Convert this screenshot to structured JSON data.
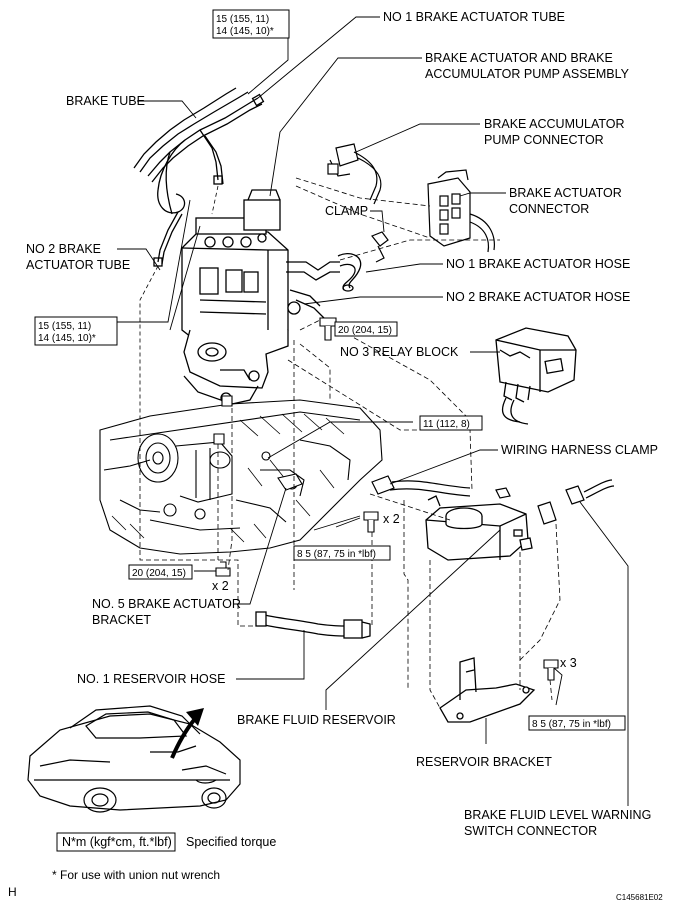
{
  "labels": {
    "no1_tube": "NO  1 BRAKE ACTUATOR TUBE",
    "assembly_1": "BRAKE ACTUATOR AND BRAKE",
    "assembly_2": "ACCUMULATOR PUMP ASSEMBLY",
    "brake_tube": "BRAKE TUBE",
    "acc_conn_1": "BRAKE ACCUMULATOR",
    "acc_conn_2": "PUMP CONNECTOR",
    "act_conn_1": "BRAKE ACTUATOR",
    "act_conn_2": "CONNECTOR",
    "clamp": "CLAMP",
    "no2_tube_1": "NO  2 BRAKE",
    "no2_tube_2": "ACTUATOR TUBE",
    "no1_hose": "NO  1 BRAKE ACTUATOR HOSE",
    "no2_hose": "NO  2 BRAKE ACTUATOR HOSE",
    "relay": "NO  3 RELAY BLOCK",
    "harness_clamp": "WIRING HARNESS CLAMP",
    "bracket5_1": "NO. 5 BRAKE ACTUATOR",
    "bracket5_2": "BRACKET",
    "res_hose": "NO. 1 RESERVOIR HOSE",
    "reservoir": "BRAKE FLUID RESERVOIR",
    "res_bracket": "RESERVOIR BRACKET",
    "level_1": "BRAKE FLUID LEVEL WARNING",
    "level_2": "SWITCH CONNECTOR"
  },
  "torques": {
    "top_1": "15 (155, 11)",
    "top_2": "14 (145, 10)*",
    "left_1": "15 (155, 11)",
    "left_2": "14 (145, 10)*",
    "mid": "20 (204, 15)",
    "t11": "11 (112, 8)",
    "t85a": "8 5 (87, 75 in *lbf)",
    "t20b": "20 (204, 15)",
    "t85b": "8 5 (87, 75 in *lbf)"
  },
  "quantities": {
    "q_a": "x 2",
    "q_b": "x 2",
    "q_c": "x 3"
  },
  "legend": {
    "box": "N*m (kgf*cm, ft.*lbf)",
    "text": "Specified torque"
  },
  "footnote": "* For use with union nut wrench",
  "corner_letter": "H",
  "figure_code": "C145681E02"
}
